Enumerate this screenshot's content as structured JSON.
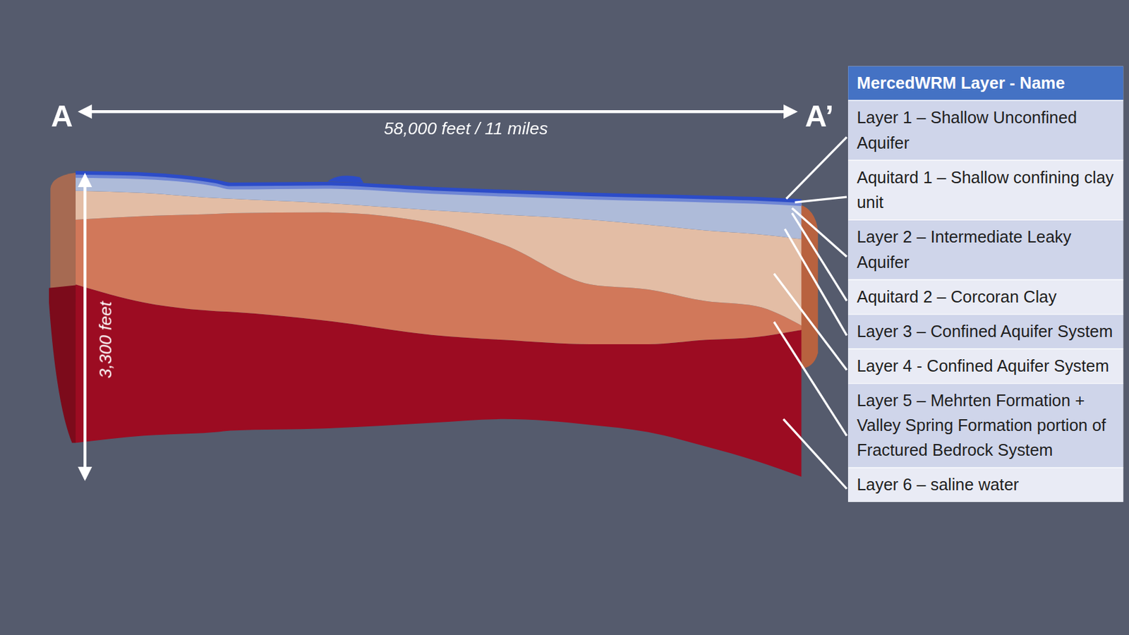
{
  "diagram": {
    "labels": [
      "A",
      "A’",
      "58,000 feet / 11 miles",
      "3,300 feet",
      "MercedWRM Layer - Name",
      "Layer 1 – Shallow Unconfined Aquifer",
      "Aquitard 1 – Shallow confining clay unit",
      "Layer 2 – Intermediate Leaky Aquifer",
      "Aquitard 2 – Corcoran Clay",
      "Layer 3 – Confined Aquifer System",
      "Layer 4 - Confined Aquifer System",
      "Layer 5 – Mehrten Formation + Valley Spring Formation portion of Fractured Bedrock System",
      "Layer 6 – saline water"
    ]
  }
}
